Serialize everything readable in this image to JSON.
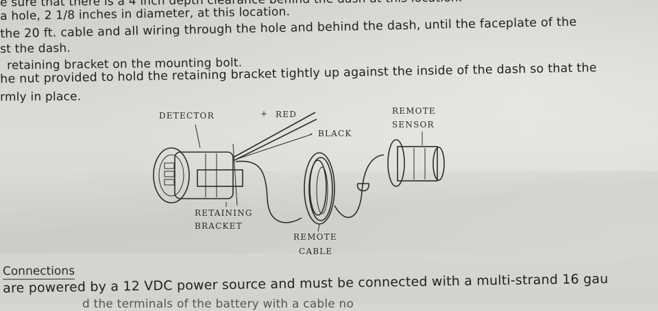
{
  "document": {
    "lines": [
      "e sure that there is a 4 inch depth clearance behind the dash at this location.",
      "a hole, 2 1/8 inches in diameter, at this location.",
      "the 20 ft. cable and all wiring through the hole and behind the dash, until the faceplate of the",
      "st the dash.",
      "retaining bracket on the mounting bolt.",
      "he nut provided to hold the retaining bracket tightly up against the inside of the dash so that the",
      "rmly in place."
    ],
    "section_heading": "Connections",
    "bottom_lines": [
      "are powered by a 12 VDC power source and must be connected with a multi-strand 16 gau",
      "d the terminals of the battery with a cable no"
    ]
  },
  "diagram": {
    "labels": {
      "detector": "DETECTOR",
      "red": "RED",
      "red_polarity": "+",
      "black": "BLACK",
      "black_polarity": "-",
      "remote_sensor_line1": "REMOTE",
      "remote_sensor_line2": "SENSOR",
      "retaining_bracket_line1": "RETAINING",
      "retaining_bracket_line2": "BRACKET",
      "remote_cable_line1": "REMOTE",
      "remote_cable_line2": "CABLE"
    }
  },
  "colors": {
    "paper": "#d6d6d3",
    "ink": "#2a2a2a"
  }
}
